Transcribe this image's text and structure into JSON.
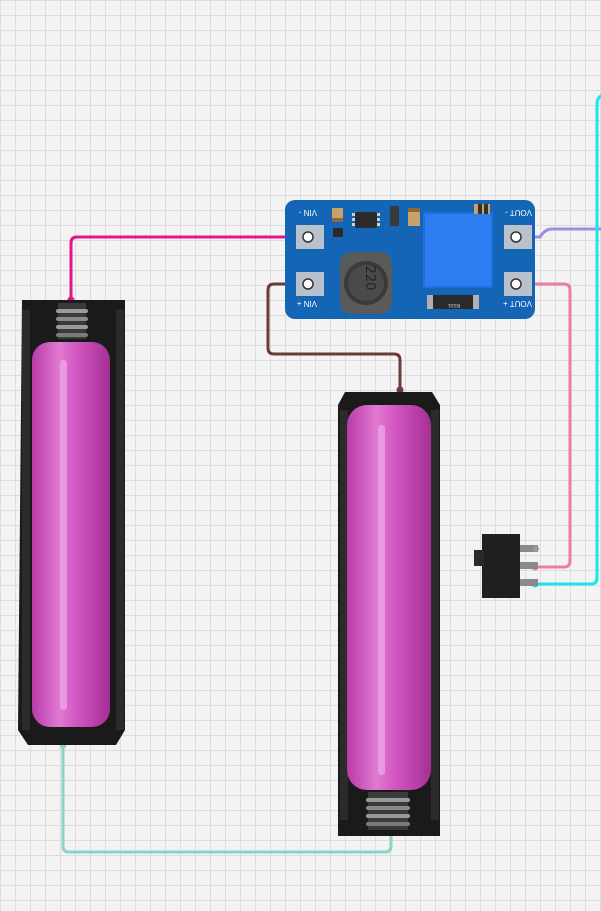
{
  "module": {
    "pins": {
      "vin_minus": "VIN -",
      "vin_plus": "VIN +",
      "vout_minus": "VOUT -",
      "vout_plus": "VOUT +"
    },
    "inductor_label": "220",
    "smd_label": "R331"
  },
  "components": [
    "battery-holder",
    "battery-holder",
    "boost-converter",
    "slide-switch"
  ],
  "colors": {
    "background": "#f3f3f3",
    "grid": "#dcdcdc",
    "pcb": "#1565b6",
    "wire_magenta": "#e6148c",
    "wire_brown": "#6b3b36",
    "wire_purple": "#a08ce6",
    "wire_pink": "#f07aa0",
    "wire_cyan": "#19e6f0",
    "wire_teal": "#8cd2c8",
    "battery_pink": "#d24fbf",
    "holder_black": "#1a1a1a"
  }
}
